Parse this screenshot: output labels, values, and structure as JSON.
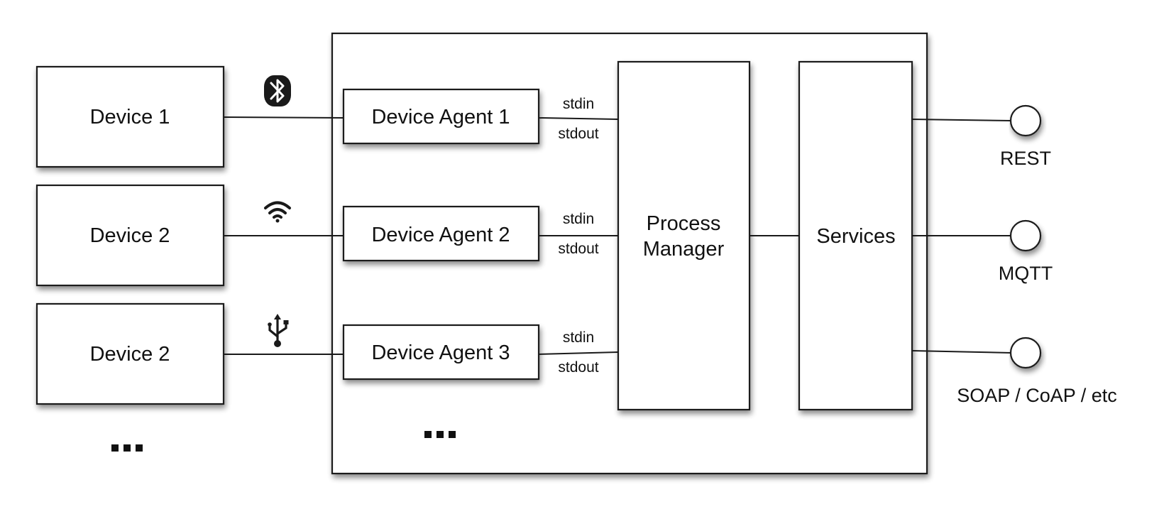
{
  "devices": [
    {
      "label": "Device 1",
      "link": "bluetooth-icon"
    },
    {
      "label": "Device 2",
      "link": "wifi-icon"
    },
    {
      "label": "Device 2",
      "link": "usb-icon"
    }
  ],
  "agents": [
    {
      "label": "Device Agent 1",
      "stdin": "stdin",
      "stdout": "stdout"
    },
    {
      "label": "Device Agent 2",
      "stdin": "stdin",
      "stdout": "stdout"
    },
    {
      "label": "Device Agent 3",
      "stdin": "stdin",
      "stdout": "stdout"
    }
  ],
  "process_manager": {
    "line1": "Process",
    "line2": "Manager"
  },
  "services": {
    "label": "Services"
  },
  "endpoints": [
    {
      "label": "REST"
    },
    {
      "label": "MQTT"
    },
    {
      "label": "SOAP / CoAP / etc"
    }
  ],
  "more": "..."
}
